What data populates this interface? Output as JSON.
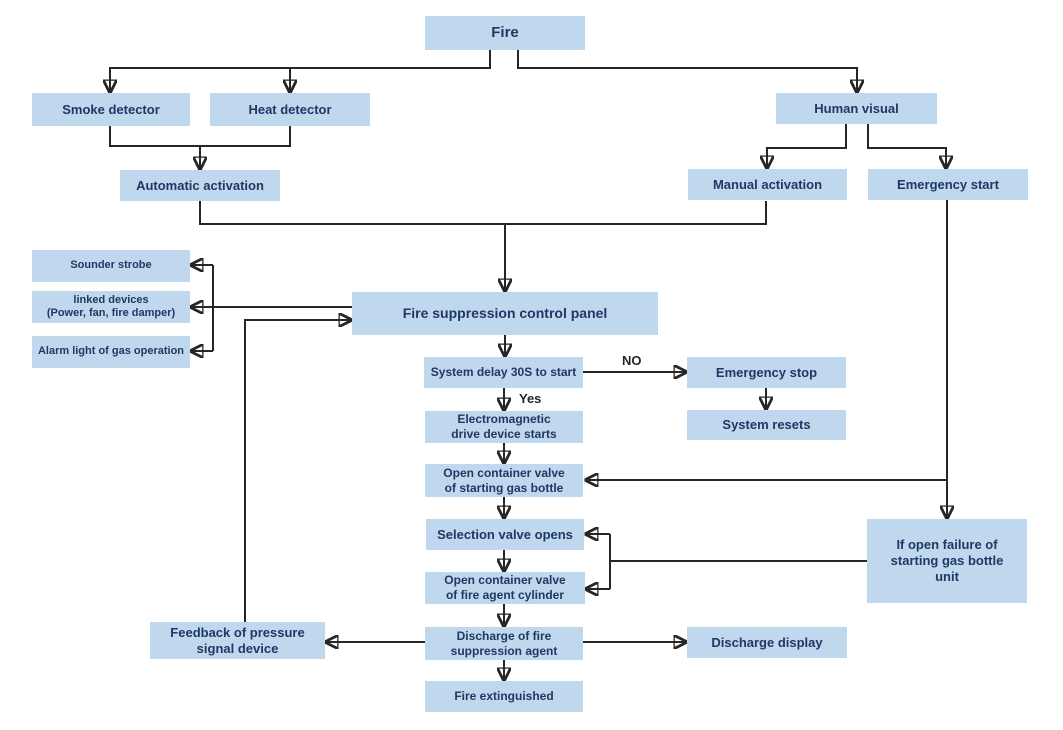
{
  "nodes": {
    "fire": {
      "label": "Fire"
    },
    "smoke_detector": {
      "label": "Smoke detector"
    },
    "heat_detector": {
      "label": "Heat detector"
    },
    "automatic_activation": {
      "label": "Automatic activation"
    },
    "human_visual": {
      "label": "Human visual"
    },
    "manual_activation": {
      "label": "Manual activation"
    },
    "emergency_start": {
      "label": "Emergency start"
    },
    "sounder_strobe": {
      "label": "Sounder strobe"
    },
    "linked_devices": {
      "label": "linked devices\n(Power, fan, fire damper)"
    },
    "alarm_light": {
      "label": "Alarm light of gas operation"
    },
    "control_panel": {
      "label": "Fire suppression control panel"
    },
    "system_delay": {
      "label": "System delay 30S to start"
    },
    "emergency_stop": {
      "label": "Emergency stop"
    },
    "system_resets": {
      "label": "System resets"
    },
    "electromagnetic_drive": {
      "label": "Electromagnetic\ndrive device starts"
    },
    "open_valve_starting_gas": {
      "label": "Open container valve\nof starting gas bottle"
    },
    "selection_valve": {
      "label": "Selection valve opens"
    },
    "open_valve_fire_agent": {
      "label": "Open container valve\nof fire agent cylinder"
    },
    "if_open_failure": {
      "label": "If open failure of\nstarting gas bottle\nunit"
    },
    "feedback_pressure": {
      "label": "Feedback of pressure\nsignal device"
    },
    "discharge_agent": {
      "label": "Discharge of fire\nsuppression agent"
    },
    "discharge_display": {
      "label": "Discharge display"
    },
    "fire_extinguished": {
      "label": "Fire extinguished"
    }
  },
  "edge_labels": {
    "no": "NO",
    "yes": "Yes"
  },
  "colors": {
    "node_fill": "#BFD8ED",
    "node_text": "#1F3864",
    "line": "#262626",
    "background": "#FFFFFF"
  }
}
